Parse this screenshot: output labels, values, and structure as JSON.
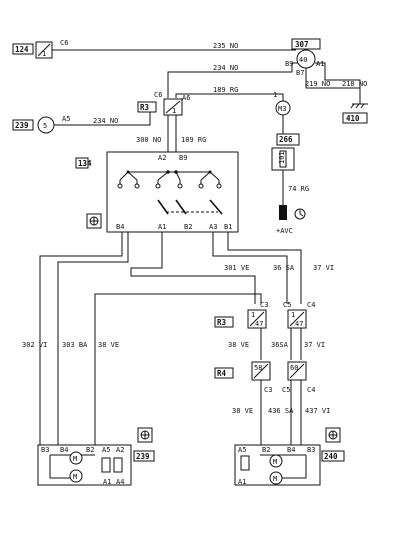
{
  "components": {
    "c124": "124",
    "c307": "307",
    "c410": "410",
    "c239_top": "239",
    "r3_top": "R3",
    "c266": "266",
    "c134": "134",
    "r3_mid": "R3",
    "r4_mid": "R4",
    "c239_bottom": "239",
    "c240": "240"
  },
  "pins": {
    "c6_top": "C6",
    "b9": "B9",
    "a1_307": "A1",
    "b7": "B7",
    "c6_mid": "C6",
    "a6": "A6",
    "a5": "A5",
    "p1": "1",
    "a2": "A2",
    "b9_134": "B9",
    "b4_134": "B4",
    "a1_134": "A1",
    "b2_134": "B2",
    "a3_134": "A3",
    "b1_134": "B1",
    "c3_r3": "C3",
    "c5_r3": "C5",
    "c4_r3": "C4",
    "r3_47a": "47",
    "r3_47b": "47",
    "r3_1a": "1",
    "r3_1b": "1",
    "r4_58": "58",
    "r4_60": "60",
    "c3_r4": "C3",
    "c5_r4": "C5",
    "c4_r4": "C4",
    "b3_239": "B3",
    "b4_239": "B4",
    "b2_239": "B2",
    "a5_239": "A5",
    "a2_239": "A2",
    "a1_239": "A1",
    "a4_239": "A4",
    "a5_240": "A5",
    "b2_240": "B2",
    "b4_240": "B4",
    "b3_240": "B3",
    "a1_240": "A1",
    "res_101": "101",
    "motor_m": "M"
  },
  "wires": {
    "w235": "235 NO",
    "w234a": "234 NO",
    "w219": "219 NO",
    "w218": "218 NO",
    "w189a": "189 RG",
    "w234b": "234 NO",
    "w300": "300 NO",
    "w189b": "189 RG",
    "w74": "74 RG",
    "wavc": "+AVC",
    "w301": "301 VE",
    "w36": "36 SA",
    "w37a": "37 VI",
    "w302": "302 VI",
    "w303": "303 BA",
    "w38a": "38 VE",
    "w38b": "38 VE",
    "w36sa": "36SA",
    "w37b": "37 VI",
    "w38c": "38 VE",
    "w436": "436 SA",
    "w437": "437 VI"
  }
}
